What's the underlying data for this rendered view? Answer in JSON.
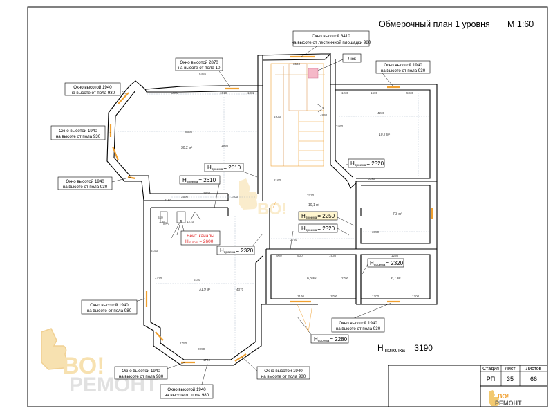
{
  "title": "Обмерочный план 1 уровня",
  "scale": "М 1:60",
  "hatch_label": "Люк",
  "ceiling": {
    "h": "H",
    "sub": "потолка",
    "value": "= 3190"
  },
  "callouts": {
    "c1": [
      "Окно высотой 3410",
      "на высоте от лестничной площадки 980"
    ],
    "c2": [
      "Окно высотой 2870",
      "на высоте от пола 10"
    ],
    "c3": [
      "Окно высотой 1940",
      "на высоте от пола 930"
    ],
    "c4": [
      "Окно высотой 1940",
      "на высоте от пола 930"
    ],
    "c5": [
      "Окно высотой 1940",
      "на высоте от пола 930"
    ],
    "c6": [
      "Окно высотой 1940",
      "на высоте от пола 930"
    ],
    "c7": [
      "Окно высотой 1940",
      "на высоте от пола 980"
    ],
    "c8": [
      "Окно высотой 1940",
      "на высоте от пола 930"
    ],
    "c9": [
      "Окно высотой 1940",
      "на высоте от пола 980"
    ],
    "c10": [
      "Окно высотой 1940",
      "на высоте от пола 980"
    ],
    "c11": [
      "Окно высотой 1940",
      "на высоте от пола 980"
    ]
  },
  "opening_heights": {
    "o1": {
      "h": "H",
      "sub": "проема",
      "val": "= 2610"
    },
    "o2": {
      "h": "H",
      "sub": "проема",
      "val": "= 2610"
    },
    "o3": {
      "h": "H",
      "sub": "проема",
      "val": "= 2320"
    },
    "o4": {
      "h": "H",
      "sub": "проема",
      "val": "= 2250"
    },
    "o5": {
      "h": "H",
      "sub": "проема",
      "val": "= 2320"
    },
    "o6": {
      "h": "H",
      "sub": "проема",
      "val": "= 2320"
    },
    "o7": {
      "h": "H",
      "sub": "проема",
      "val": "= 2320"
    },
    "o8": {
      "h": "H",
      "sub": "проема",
      "val": "= 2280"
    }
  },
  "vent": {
    "label": "Вент. каналы",
    "h": "H",
    "sub": "от пола",
    "val": "= 2600"
  },
  "areas": {
    "a1": "30,2 м²",
    "a2": "10,7 м²",
    "a3": "7,3 м²",
    "a4": "10,1 м²",
    "a5": "31,9 м²",
    "a6": "8,3 м²",
    "a7": "6,7 м²"
  },
  "dims": {
    "d1": "5485",
    "d2": "3805",
    "d3": "1510",
    "d4": "1002",
    "d5": "8660",
    "d6": "1950",
    "d7": "3590",
    "d8": "1320",
    "d9": "1400",
    "d10": "1160",
    "d11": "3540",
    "d12": "4830",
    "d13": "4930",
    "d14": "1230",
    "d15": "1600",
    "d16": "5030",
    "d17": "4230",
    "d18": "2460",
    "d19": "3590",
    "d20": "3730",
    "d21": "3050",
    "d22": "3730",
    "d23": "2700",
    "d24": "5150",
    "d25": "4420",
    "d26": "3150",
    "d27": "4370",
    "d28": "2090",
    "d29": "1720",
    "d30": "900",
    "d31": "900",
    "d32": "1930",
    "d33": "1100",
    "d34": "1700",
    "d35": "1200",
    "d36": "1200",
    "d37": "1230",
    "d38": "1210",
    "d39": "970",
    "d40": "840",
    "d41": "1.85",
    "d42": "2160",
    "d43": "1750"
  },
  "stamp": {
    "col1_head": "Стадия",
    "col2_head": "Лист",
    "col3_head": "Листов",
    "col1_val": "РП",
    "col2_val": "35",
    "col3_val": "66"
  },
  "watermark": {
    "top": "ВО!",
    "bottom": "РЕМОНТ"
  },
  "colors": {
    "accent_orange": "#f0a030",
    "pink_hatch": "#f5b8c8",
    "vent_red": "#e02020",
    "wall": "#000000"
  }
}
